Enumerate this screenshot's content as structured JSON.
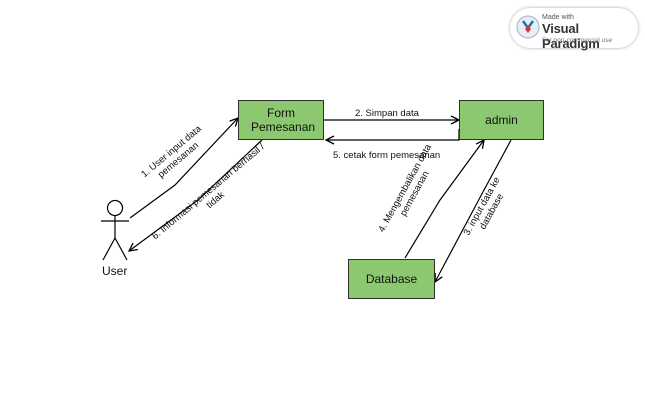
{
  "badge": {
    "made_with": "Made with",
    "brand": "Visual Paradigm",
    "note": "For non-commercial use"
  },
  "actor": {
    "label": "User"
  },
  "nodes": {
    "form": "Form Pemesanan",
    "admin": "admin",
    "database": "Database"
  },
  "messages": {
    "m1": "1. User input data pemesanan",
    "m2": "2. Simpan data",
    "m3": "3. input data ke database",
    "m4": "4. Mengembalikan data pemesanan",
    "m5": "5. cetak form pemesanan",
    "m6": "6. Informasi pemesanan berhasil / tidak"
  },
  "colors": {
    "node_fill": "#8cc870",
    "line": "#000000"
  }
}
